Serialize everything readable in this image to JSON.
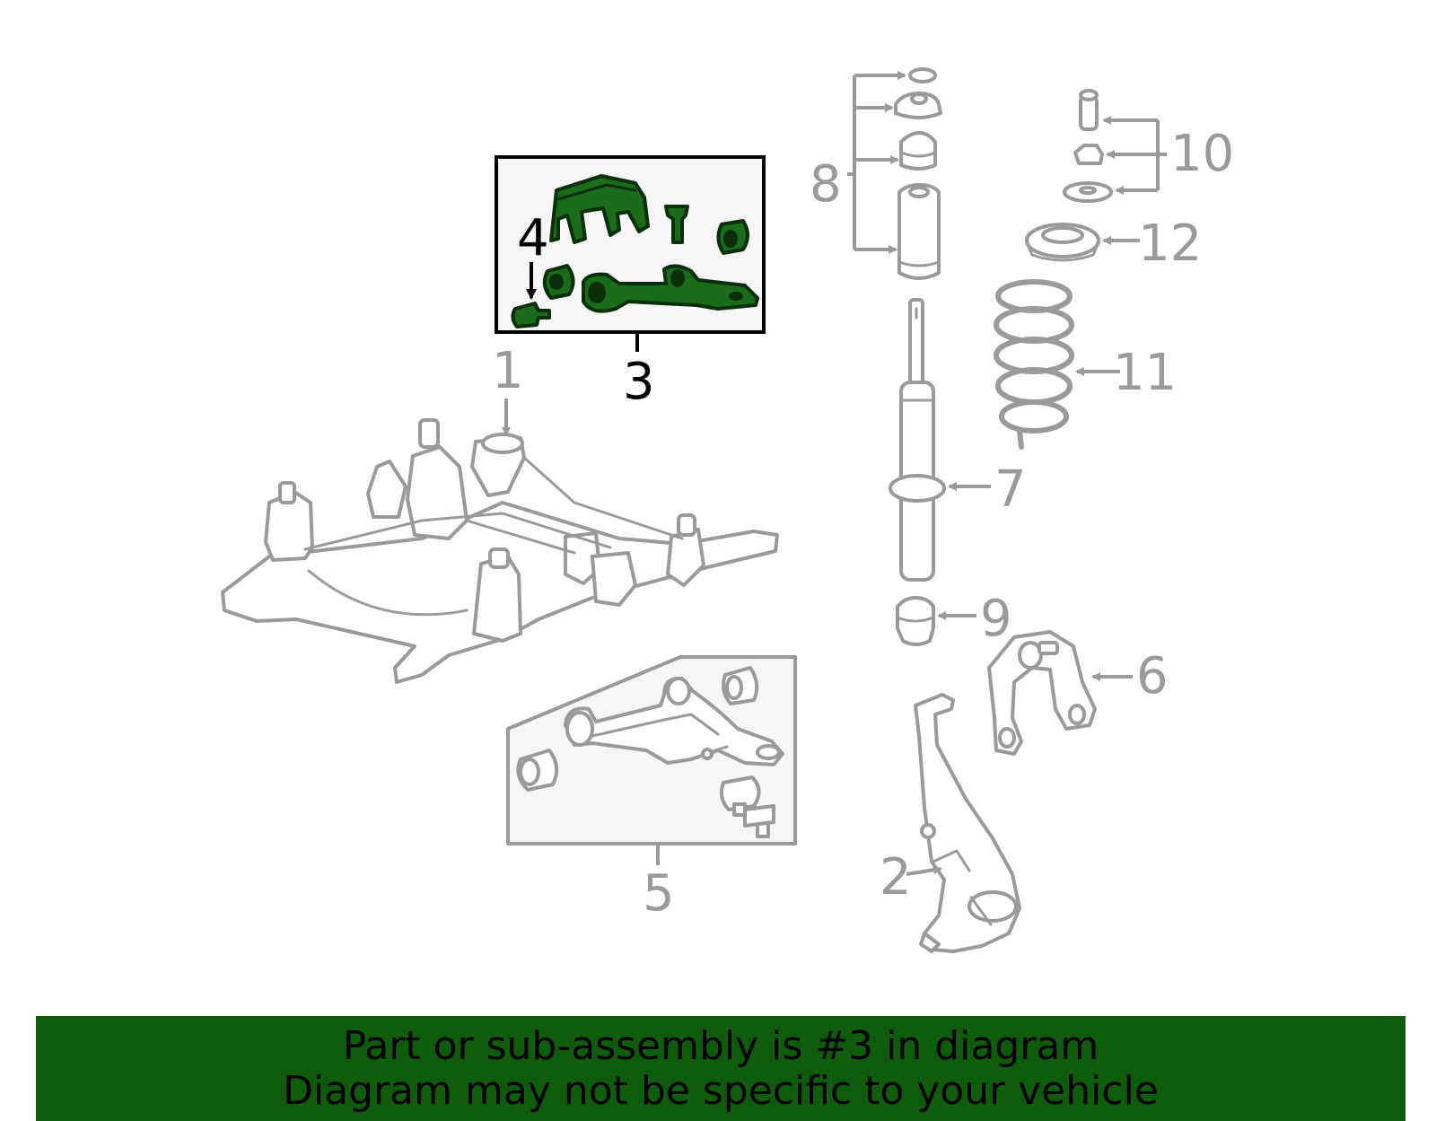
{
  "colors": {
    "highlight_fill": "#1a6b1a",
    "banner_background": "#0f5c0c",
    "part_outline": "#9a9a9a",
    "callout_gray": "#9a9a9a",
    "callout_highlight": "#000000"
  },
  "callouts": {
    "c1": "1",
    "c2": "2",
    "c3": "3",
    "c4": "4",
    "c5": "5",
    "c6": "6",
    "c7": "7",
    "c8": "8",
    "c9": "9",
    "c10": "10",
    "c11": "11",
    "c12": "12"
  },
  "highlighted_part": "3",
  "banner": {
    "line1": "Part or sub-assembly is #3 in diagram",
    "line2": "Diagram may not be specific to your vehicle"
  }
}
